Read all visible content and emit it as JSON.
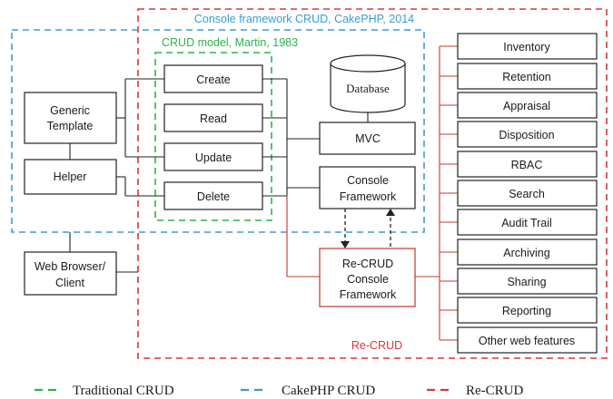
{
  "regions": {
    "console_framework_crud": {
      "label": "Console framework CRUD, CakePHP, 2014",
      "color": "#3b9bd6"
    },
    "crud_model": {
      "label": "CRUD model, Martin, 1983",
      "color": "#2db34a"
    },
    "re_crud": {
      "label": "Re-CRUD",
      "color": "#d93636"
    }
  },
  "crud_ops": [
    "Create",
    "Read",
    "Update",
    "Delete"
  ],
  "generic_template": [
    "Generic",
    "Template"
  ],
  "helper": "Helper",
  "web_browser": [
    "Web Browser/",
    "Client"
  ],
  "database": "Database",
  "mvc": "MVC",
  "console_framework": [
    "Console",
    "Framework"
  ],
  "re_crud_console_framework": [
    "Re-CRUD",
    "Console",
    "Framework"
  ],
  "features": [
    "Inventory",
    "Retention",
    "Appraisal",
    "Disposition",
    "RBAC",
    "Search",
    "Audit Trail",
    "Archiving",
    "Sharing",
    "Reporting",
    "Other web features"
  ],
  "legend": [
    {
      "label": "Traditional CRUD",
      "color": "#2db34a"
    },
    {
      "label": "CakePHP CRUD",
      "color": "#3b9bd6"
    },
    {
      "label": "Re-CRUD",
      "color": "#d93636"
    }
  ]
}
